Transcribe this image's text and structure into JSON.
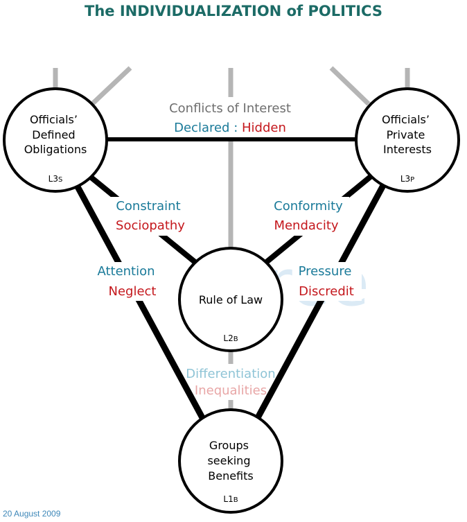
{
  "title": "The INDIVIDUALIZATION of POLITICS",
  "date": "20 August 2009",
  "watermark": "3hree",
  "colors": {
    "title": "#1c6b66",
    "teal": "#1a7a99",
    "red": "#c4171c",
    "grey": "#6e6e6e",
    "light_teal": "#8fc4d6",
    "light_red": "#e8a6a6",
    "line_grey": "#b5b5b5",
    "date": "#3d87b8",
    "watermark": "#dbeaf5"
  },
  "nodes": {
    "obligations": {
      "lines": [
        "Officials’",
        "Defined",
        "Obligations"
      ],
      "code_main": "L3",
      "code_sub": "S"
    },
    "interests": {
      "lines": [
        "Officials’",
        "Private",
        "Interests"
      ],
      "code_main": "L3",
      "code_sub": "P"
    },
    "rule_of_law": {
      "lines": [
        "Rule of Law"
      ],
      "code_main": "L2",
      "code_sub": "B"
    },
    "groups": {
      "lines": [
        "Groups",
        "seeking",
        "Benefits"
      ],
      "code_main": "L1",
      "code_sub": "B"
    }
  },
  "labels": {
    "conflicts": "Conflicts of Interest",
    "declared": "Declared",
    "separator": " : ",
    "hidden": "Hidden",
    "constraint": "Constraint",
    "sociopathy": "Sociopathy",
    "conformity": "Conformity",
    "mendacity": "Mendacity",
    "attention": "Attention",
    "neglect": "Neglect",
    "pressure": "Pressure",
    "discredit": "Discredit",
    "differentiation": "Differentiation",
    "inequalities": "Inequalities"
  }
}
